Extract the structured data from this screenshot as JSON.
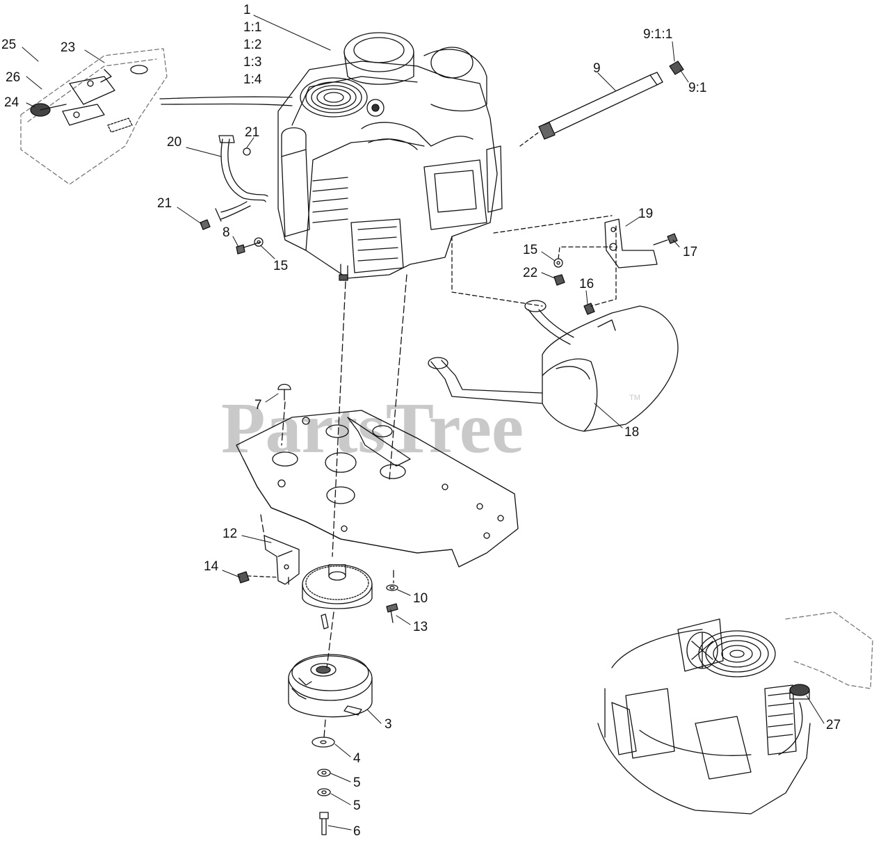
{
  "watermark": {
    "text": "PartsTree",
    "trademark": "TM",
    "color": "#c9c9c9"
  },
  "ink_color": "#111111",
  "labels": {
    "p1": "1",
    "p1_1": "1:1",
    "p1_2": "1:2",
    "p1_3": "1:3",
    "p1_4": "1:4",
    "p9": "9",
    "p9_1": "9:1",
    "p9_1_1": "9:1:1",
    "p3": "3",
    "p4": "4",
    "p5a": "5",
    "p5b": "5",
    "p6": "6",
    "p7": "7",
    "p8": "8",
    "p10": "10",
    "p12": "12",
    "p13": "13",
    "p14": "14",
    "p15a": "15",
    "p15b": "15",
    "p16": "16",
    "p17": "17",
    "p18": "18",
    "p19": "19",
    "p20": "20",
    "p21a": "21",
    "p21b": "21",
    "p22": "22",
    "p23": "23",
    "p24": "24",
    "p25": "25",
    "p26": "26",
    "p27": "27"
  }
}
